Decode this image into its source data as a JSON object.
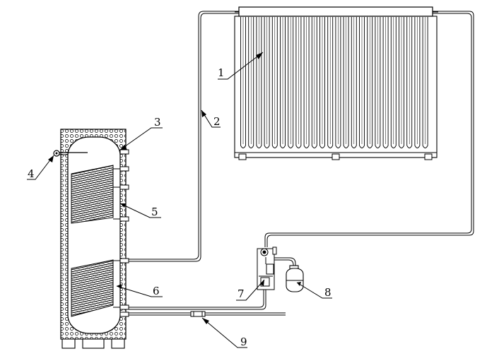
{
  "diagram": {
    "labels": {
      "collector": "1",
      "pipe": "2",
      "tank": "3",
      "sensor": "4",
      "upper_coil": "5",
      "lower_coil": "6",
      "pump_station": "7",
      "expansion_vessel": "8",
      "valve": "9"
    }
  }
}
